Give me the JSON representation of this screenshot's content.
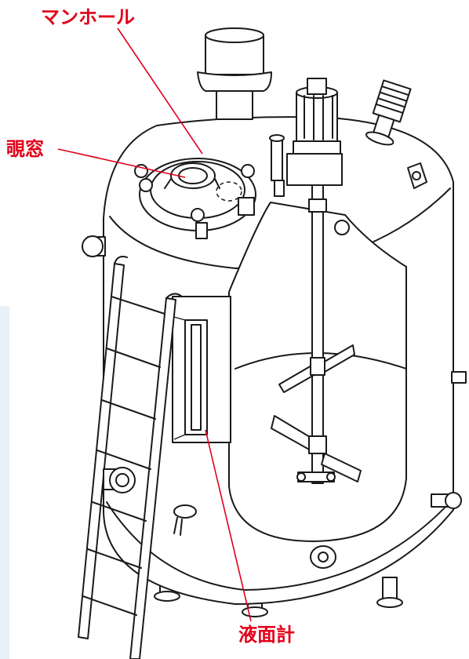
{
  "labels": {
    "manhole": "マンホール",
    "sight_window": "覗窓",
    "level_gauge": "液面計"
  },
  "colors": {
    "label": "#e2001a",
    "line": "#1a1a1a",
    "panel": "#e8f0f8"
  }
}
